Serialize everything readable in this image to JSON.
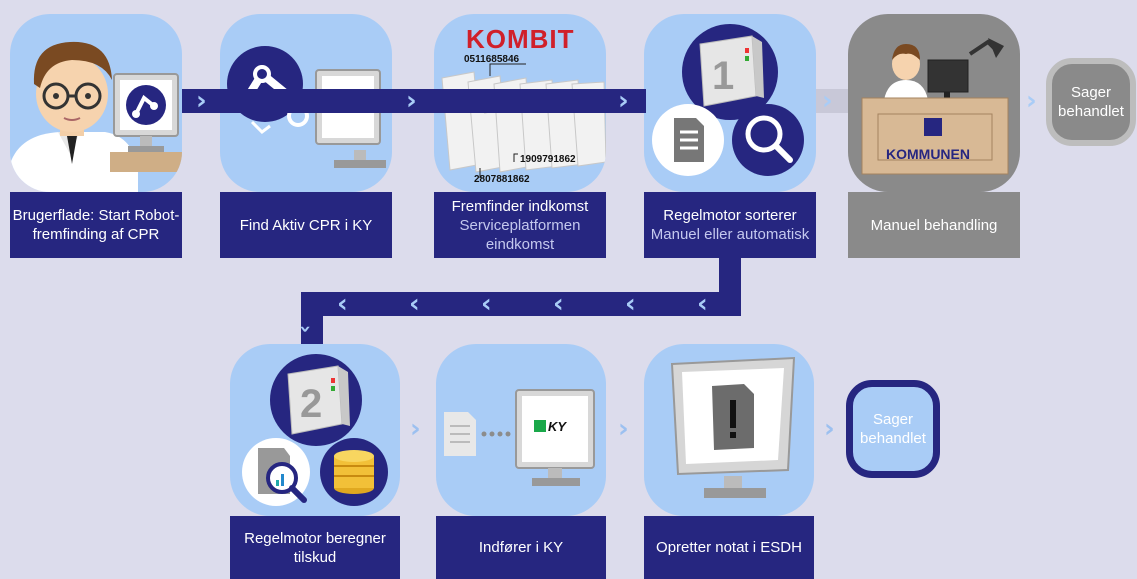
{
  "steps_row1": [
    {
      "title": "Brugerflade: Start Robot-fremfinding af CPR",
      "sub": ""
    },
    {
      "title": "Find Aktiv CPR i KY",
      "sub": ""
    },
    {
      "title": "Fremfinder indkomst",
      "sub": "Serviceplatformen eindkomst"
    },
    {
      "title": "Regelmotor sorterer",
      "sub": "Manuel eller automatisk"
    },
    {
      "title": "Manuel behandling",
      "sub": ""
    }
  ],
  "steps_row2": [
    {
      "title": "Regelmotor beregner tilskud"
    },
    {
      "title": "Indfører i KY"
    },
    {
      "title": "Opretter notat i ESDH"
    }
  ],
  "end_top": "Sager behandlet",
  "end_bottom": "Sager behandlet",
  "kombit_logo": "KOMBIT",
  "ky_logo": "KY",
  "cpr_numbers": [
    "0511685846",
    "1909791862",
    "2807881862"
  ],
  "kommunen": "KOMMUNEN",
  "rule_numbers": [
    "1",
    "2"
  ],
  "colors": {
    "navy": "#262680",
    "tile_blue": "#a9ccf6",
    "grey": "#8a8a8a",
    "bg": "#dcdcec"
  }
}
